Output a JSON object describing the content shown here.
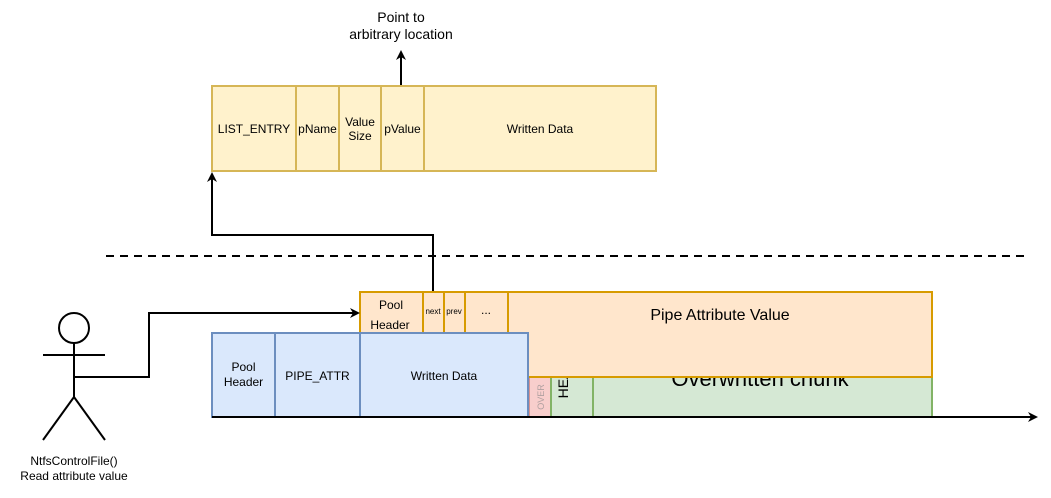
{
  "colors": {
    "yellow_fill": "#fff2cc",
    "yellow_stroke": "#d6b656",
    "orange_fill": "#ffe6cc",
    "orange_stroke": "#d79b00",
    "blue_fill": "#dae8fc",
    "blue_stroke": "#6c8ebf",
    "green_fill": "#d5e8d4",
    "green_stroke": "#82b366",
    "red_fill": "#f8cecc",
    "red_stroke": "#b85450",
    "line": "#000000"
  },
  "annotation": {
    "line1": "Point to",
    "line2": "arbitrary location"
  },
  "top_record": {
    "list_entry": "LIST_ENTRY",
    "pname": "pName",
    "value_size_line1": "Value",
    "value_size_line2": "Size",
    "pvalue": "pValue",
    "written_data": "Written Data"
  },
  "pipe_attr_chunk": {
    "pool_header_line1": "Pool",
    "pool_header_line2": "Header",
    "next": "next",
    "prev": "prev",
    "ellipsis": "...",
    "value": "Pipe Attribute Value"
  },
  "overwritten": {
    "over": "OVER",
    "hea": "HEA",
    "chunk": "Overwritten chunk"
  },
  "blue_chunk": {
    "pool_header_line1": "Pool",
    "pool_header_line2": "Header",
    "pipe_attr": "PIPE_ATTR",
    "written_data": "Written Data"
  },
  "actor": {
    "line1": "NtfsControlFile()",
    "line2": "Read attribute value"
  }
}
